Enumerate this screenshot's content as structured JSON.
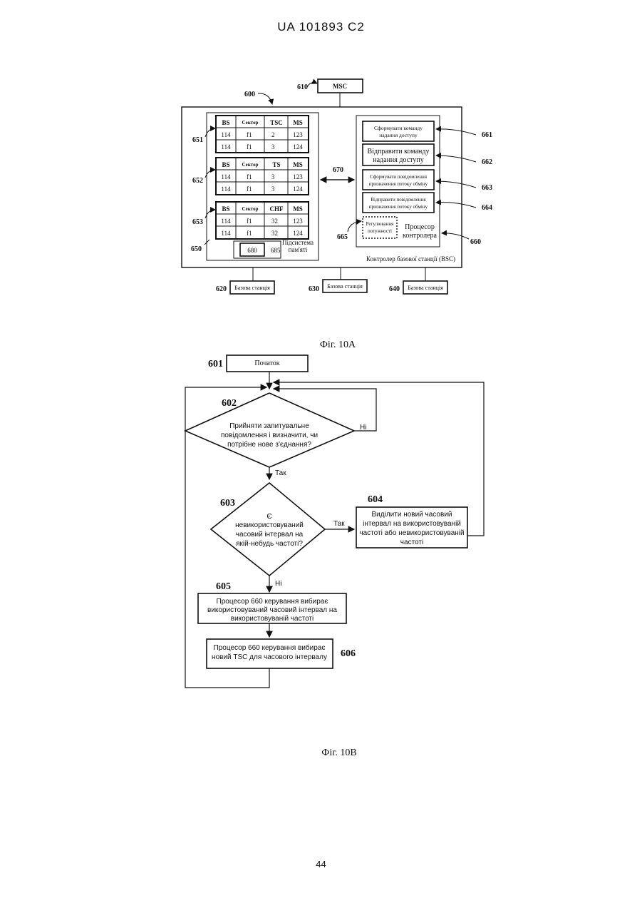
{
  "header": {
    "doc_id": "UA   101893   C2"
  },
  "page_number": "44",
  "fig10a": {
    "caption": "Фіг. 10A",
    "msc": {
      "ref": "610",
      "label": "MSC"
    },
    "bsc": {
      "ref": "600",
      "label": "Контролер базової станції (BSC)"
    },
    "memory": {
      "ref": "650",
      "subsystem_label_1": "Підсистема",
      "subsystem_label_2": "пам'яті",
      "inner_ref": "680",
      "outer_ref": "685"
    },
    "link_ref": "670",
    "tables": [
      {
        "ref": "651",
        "headers": [
          "BS",
          "Сектор",
          "TSC",
          "MS"
        ],
        "rows": [
          [
            "114",
            "f1",
            "2",
            "123"
          ],
          [
            "114",
            "f1",
            "3",
            "124"
          ]
        ]
      },
      {
        "ref": "652",
        "headers": [
          "BS",
          "Сектор",
          "TS",
          "MS"
        ],
        "rows": [
          [
            "114",
            "f1",
            "3",
            "123"
          ],
          [
            "114",
            "f1",
            "3",
            "124"
          ]
        ]
      },
      {
        "ref": "653",
        "headers": [
          "BS",
          "Сектор",
          "CHF",
          "MS"
        ],
        "rows": [
          [
            "114",
            "f1",
            "32",
            "123"
          ],
          [
            "114",
            "f1",
            "32",
            "124"
          ]
        ]
      }
    ],
    "processor": {
      "ref": "660",
      "label_1": "Процесор",
      "label_2": "контролера",
      "blocks": [
        {
          "ref": "661",
          "line1": "Сформувати команду",
          "line2": "надання доступу"
        },
        {
          "ref": "662",
          "line1": "Відправити команду",
          "line2": "надання доступу"
        },
        {
          "ref": "663",
          "line1": "Сформувати повідомлення",
          "line2": "призначення потоку обміну"
        },
        {
          "ref": "664",
          "line1": "Відправити повідомлення",
          "line2": "призначення потоку обміну"
        }
      ],
      "power": {
        "ref": "665",
        "line1": "Регулювання",
        "line2": "потужності"
      }
    },
    "base_stations": [
      {
        "ref": "620",
        "label": "Базова станція"
      },
      {
        "ref": "630",
        "label": "Базова станція"
      },
      {
        "ref": "640",
        "label": "Базова станція"
      }
    ]
  },
  "fig10b": {
    "caption": "Фіг. 10B",
    "start": {
      "ref": "601",
      "label": "Початок"
    },
    "decision1": {
      "ref": "602",
      "line1": "Прийняти запитувальне",
      "line2": "повідомлення і визначити, чи",
      "line3": "потрібне нове з'єднання?",
      "yes": "Так",
      "no": "Ні"
    },
    "decision2": {
      "ref": "603",
      "line1": "Є",
      "line2": "невикористовуваний",
      "line3": "часовий інтервал на",
      "line4": "якій-небудь частоті?",
      "yes": "Так",
      "no": "Ні"
    },
    "box604": {
      "ref": "604",
      "line1": "Виділити новий часовий",
      "line2": "інтервал на викoристовуваній",
      "line3": "частоті або невикористовуваній",
      "line4": "частоті"
    },
    "box605": {
      "ref": "605",
      "line1": "Процесор 660 керування вибирає",
      "line2": "використовуваний часовий інтервал на",
      "line3": "використовуваній частоті"
    },
    "box606": {
      "ref": "606",
      "line1": "Процесор 660 керування вибирає",
      "line2": "новий TSC для часового інтервалу"
    }
  }
}
